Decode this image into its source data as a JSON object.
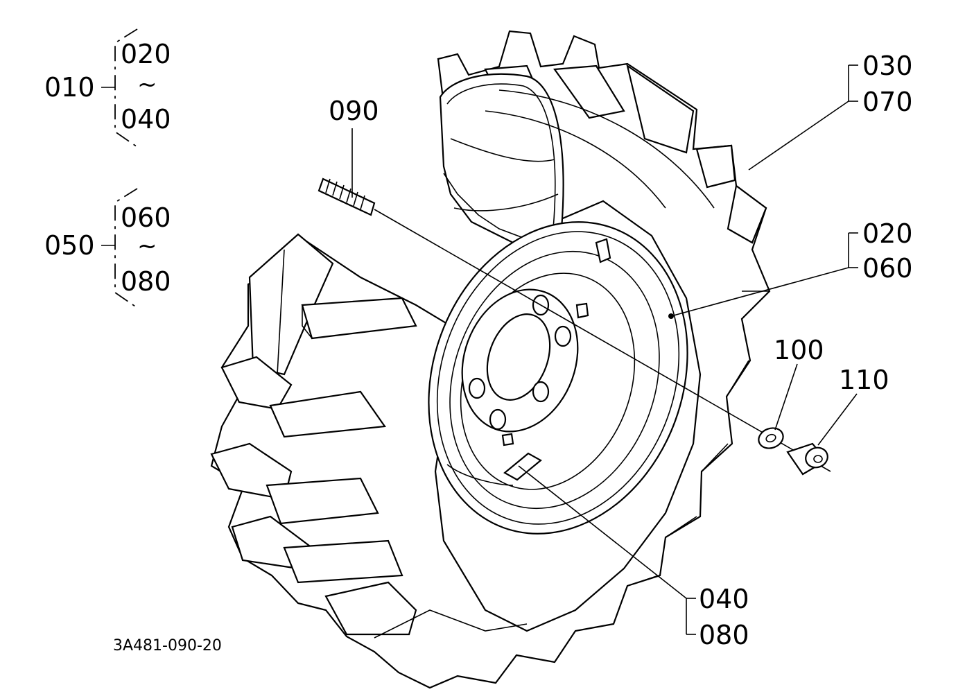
{
  "assemblies": [
    {
      "id": "010",
      "from": "020",
      "tilde": "~",
      "to": "040"
    },
    {
      "id": "050",
      "from": "060",
      "tilde": "~",
      "to": "080"
    }
  ],
  "callouts": {
    "stud": "090",
    "tire_a": "030",
    "tire_b": "070",
    "rim_a": "020",
    "rim_b": "060",
    "disc_a": "040",
    "disc_b": "080",
    "washer": "100",
    "nut": "110"
  },
  "drawing_number": "3A481-090-20"
}
